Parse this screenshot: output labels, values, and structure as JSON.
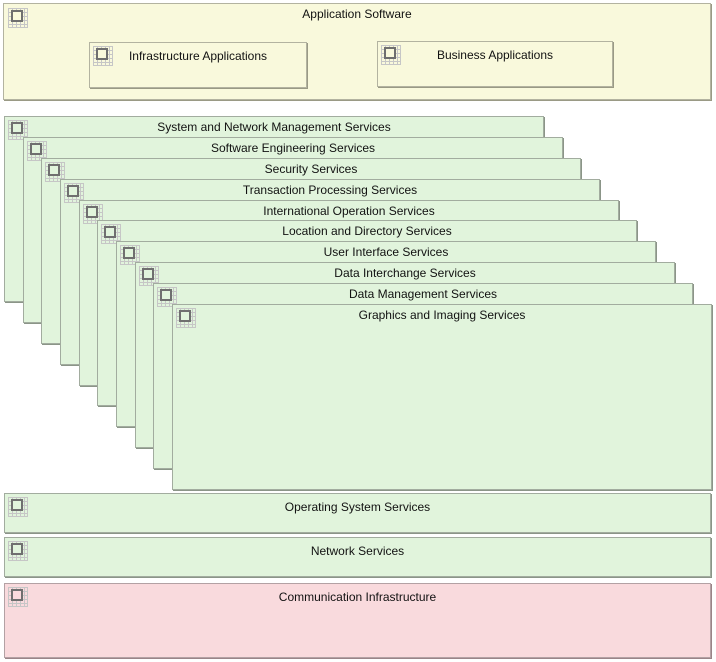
{
  "diagram": {
    "kind": "technical-reference-model-layers"
  },
  "application_layer": {
    "title": "Application Software",
    "children": [
      {
        "label": "Infrastructure Applications"
      },
      {
        "label": "Business Applications"
      }
    ]
  },
  "service_stack": [
    {
      "label": "System and Network Management Services"
    },
    {
      "label": "Software Engineering Services"
    },
    {
      "label": "Security Services"
    },
    {
      "label": "Transaction Processing Services"
    },
    {
      "label": "International Operation Services"
    },
    {
      "label": "Location and Directory Services"
    },
    {
      "label": "User Interface Services"
    },
    {
      "label": "Data Interchange Services"
    },
    {
      "label": "Data Management Services"
    },
    {
      "label": "Graphics and Imaging Services"
    }
  ],
  "base_layers": [
    {
      "label": "Operating System Services"
    },
    {
      "label": "Network Services"
    },
    {
      "label": "Communication Infrastructure"
    }
  ],
  "icon": {
    "name": "component-grid-icon",
    "shape": "hatched-grid-square-with-inset-square"
  },
  "colors": {
    "application_fill": "#F9F9DC",
    "services_fill": "#E1F4DC",
    "infrastructure_fill": "#F9DADD",
    "border_gray": "#A8A8A8",
    "text": "#111111"
  }
}
